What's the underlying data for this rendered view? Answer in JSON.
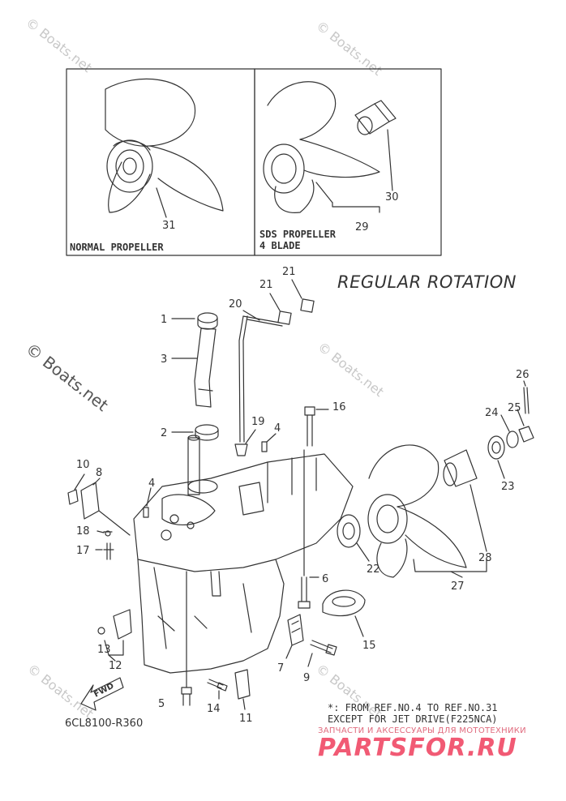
{
  "watermark_text": "© Boats.net",
  "heading": "REGULAR ROTATION",
  "inset_left": {
    "caption": "NORMAL PROPELLER",
    "part_number": "31"
  },
  "inset_right": {
    "caption_line1": "SDS PROPELLER",
    "caption_line2": "4 BLADE",
    "part_numbers": [
      "30",
      "29"
    ]
  },
  "note_line1": "*: FROM REF.NO.4 TO REF.NO.31",
  "note_line2": "EXCEPT FOR JET DRIVE(F225NCA)",
  "diagram_code": "6CL8100-R360",
  "fwd_label": "FWD",
  "callouts": [
    "1",
    "2",
    "3",
    "4",
    "4",
    "5",
    "6",
    "7",
    "8",
    "9",
    "10",
    "11",
    "12",
    "13",
    "14",
    "15",
    "16",
    "17",
    "18",
    "19",
    "20",
    "21",
    "21",
    "22",
    "23",
    "24",
    "25",
    "26",
    "27",
    "28"
  ],
  "brand_subtitle": "ЗАПЧАСТИ И АКСЕССУАРЫ ДЛЯ МОТОТЕХНИКИ",
  "brand_name": "PARTSFOR.RU",
  "colors": {
    "line": "#333333",
    "watermark": "#c8c8c8",
    "brand": "#f15a74"
  }
}
